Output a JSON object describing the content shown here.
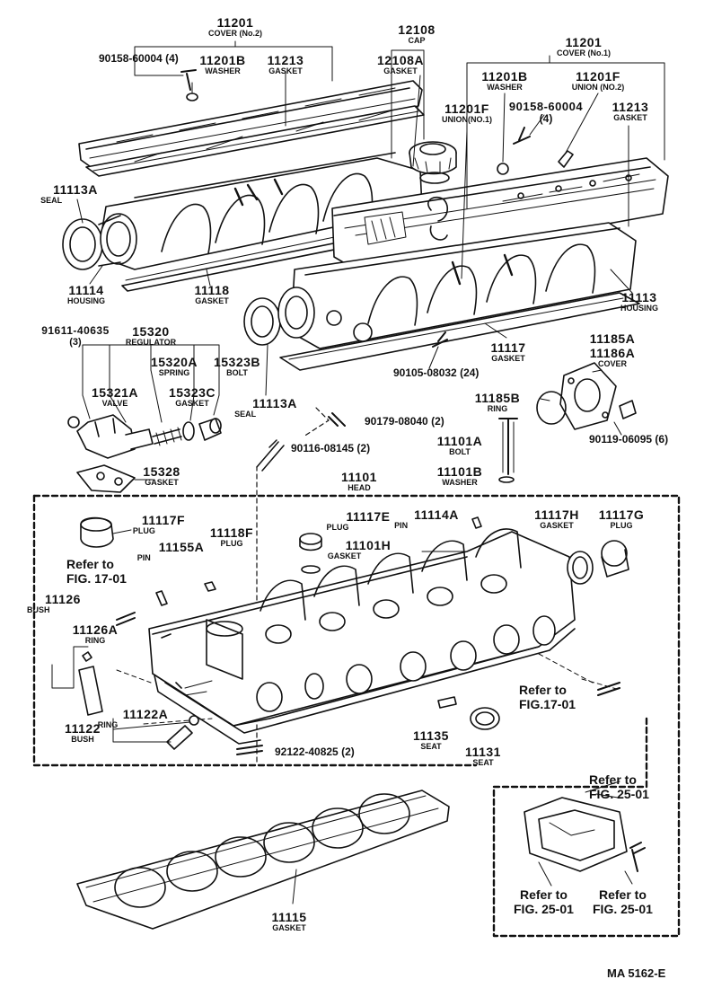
{
  "diagram_code": "MA  5162-E",
  "parts": [
    {
      "id": "p11201a",
      "number": "11201",
      "name": "COVER (No.2)"
    },
    {
      "id": "p90158a",
      "number": "90158-60004 (4)",
      "name": ""
    },
    {
      "id": "p11201ba",
      "number": "11201B",
      "name": "WASHER"
    },
    {
      "id": "p11213a",
      "number": "11213",
      "name": "GASKET"
    },
    {
      "id": "p12108",
      "number": "12108",
      "name": "CAP"
    },
    {
      "id": "p12108a",
      "number": "12108A",
      "name": "GASKET"
    },
    {
      "id": "p11201b_top",
      "number": "11201",
      "name": "COVER (No.1)"
    },
    {
      "id": "p11201bb",
      "number": "11201B",
      "name": "WASHER"
    },
    {
      "id": "p11201f2",
      "number": "11201F",
      "name": "UNION (NO.2)"
    },
    {
      "id": "p11201f1",
      "number": "11201F",
      "name": "UNION(NO.1)"
    },
    {
      "id": "p90158b",
      "number": "90158-60004",
      "name": "(4)"
    },
    {
      "id": "p11213b",
      "number": "11213",
      "name": "GASKET"
    },
    {
      "id": "p11113a_top",
      "number": "11113A",
      "name": "SEAL"
    },
    {
      "id": "p11114",
      "number": "11114",
      "name": "HOUSING"
    },
    {
      "id": "p11118",
      "number": "11118",
      "name": "GASKET"
    },
    {
      "id": "p11113",
      "number": "11113",
      "name": "HOUSING"
    },
    {
      "id": "p91611",
      "number": "91611-40635",
      "name": "(3)"
    },
    {
      "id": "p15320",
      "number": "15320",
      "name": "REGULATOR"
    },
    {
      "id": "p15320a",
      "number": "15320A",
      "name": "SPRING"
    },
    {
      "id": "p15323b",
      "number": "15323B",
      "name": "BOLT"
    },
    {
      "id": "p15321a",
      "number": "15321A",
      "name": "VALVE"
    },
    {
      "id": "p15323c",
      "number": "15323C",
      "name": "GASKET"
    },
    {
      "id": "p11117",
      "number": "11117",
      "name": "GASKET"
    },
    {
      "id": "p90105",
      "number": "90105-08032 (24)",
      "name": ""
    },
    {
      "id": "p11185a",
      "number": "11185A",
      "name": ""
    },
    {
      "id": "p11186a",
      "number": "11186A",
      "name": "COVER"
    },
    {
      "id": "p11113a_bot",
      "number": "11113A",
      "name": "SEAL"
    },
    {
      "id": "p11185b",
      "number": "11185B",
      "name": "RING"
    },
    {
      "id": "p90179",
      "number": "90179-08040 (2)",
      "name": ""
    },
    {
      "id": "p90119",
      "number": "90119-06095 (6)",
      "name": ""
    },
    {
      "id": "p15328",
      "number": "15328",
      "name": "GASKET"
    },
    {
      "id": "p90116",
      "number": "90116-08145 (2)",
      "name": ""
    },
    {
      "id": "p11101a",
      "number": "11101A",
      "name": "BOLT"
    },
    {
      "id": "p11101b",
      "number": "11101B",
      "name": "WASHER"
    },
    {
      "id": "p11101",
      "number": "11101",
      "name": "HEAD"
    },
    {
      "id": "p11117f",
      "number": "11117F",
      "name": "PLUG"
    },
    {
      "id": "p11118f",
      "number": "11118F",
      "name": "PLUG"
    },
    {
      "id": "p11117e",
      "number": "11117E",
      "name": "PLUG"
    },
    {
      "id": "p11114a",
      "number": "11114A",
      "name": "PIN"
    },
    {
      "id": "p11117h",
      "number": "11117H",
      "name": "GASKET"
    },
    {
      "id": "p11117g",
      "number": "11117G",
      "name": "PLUG"
    },
    {
      "id": "p11155a",
      "number": "11155A",
      "name": "PIN"
    },
    {
      "id": "p11101h",
      "number": "11101H",
      "name": "GASKET"
    },
    {
      "id": "p11126",
      "number": "11126",
      "name": "BUSH"
    },
    {
      "id": "p11126a",
      "number": "11126A",
      "name": "RING"
    },
    {
      "id": "p11122a",
      "number": "11122A",
      "name": "RING"
    },
    {
      "id": "p11122",
      "number": "11122",
      "name": "BUSH"
    },
    {
      "id": "p92122",
      "number": "92122-40825 (2)",
      "name": ""
    },
    {
      "id": "p11135",
      "number": "11135",
      "name": "SEAT"
    },
    {
      "id": "p11131",
      "number": "11131",
      "name": "SEAT"
    },
    {
      "id": "p11115",
      "number": "11115",
      "name": "GASKET"
    }
  ],
  "references": [
    {
      "id": "r1",
      "text": "Refer to\nFIG. 17-01"
    },
    {
      "id": "r2",
      "text": "Refer to\nFIG.17-01"
    },
    {
      "id": "r3",
      "text": "Refer to\nFIG. 25-01"
    },
    {
      "id": "r4",
      "text": "Refer to\nFIG. 25-01"
    },
    {
      "id": "r5",
      "text": "Refer to\nFIG. 25-01"
    }
  ]
}
